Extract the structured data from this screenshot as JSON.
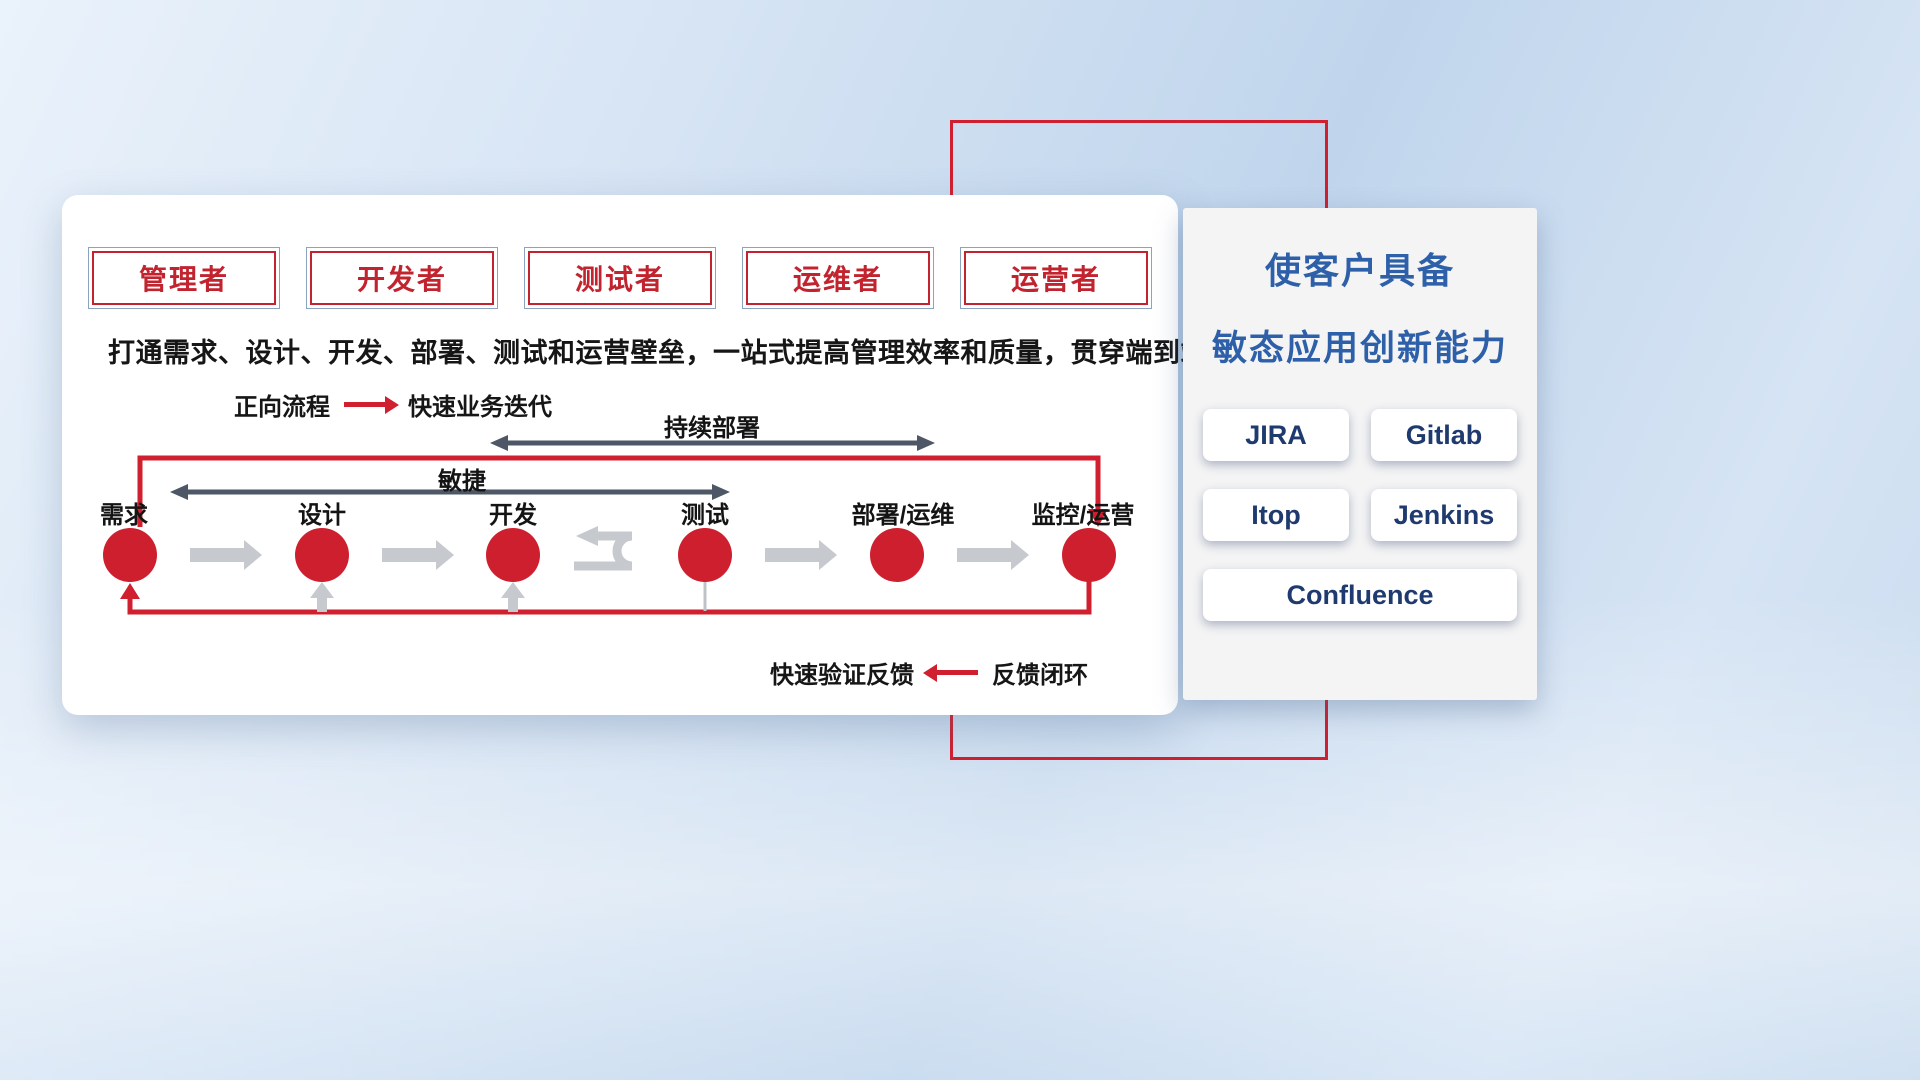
{
  "roles": [
    "管理者",
    "开发者",
    "测试者",
    "运维者",
    "运营者"
  ],
  "description": "打通需求、设计、开发、部署、测试和运营壁垒，一站式提高管理效率和质量，贯穿端到端全流程",
  "forward_legend": {
    "label": "正向流程",
    "value": "快速业务迭代"
  },
  "feedback_legend": {
    "label": "快速验证反馈",
    "value": "反馈闭环"
  },
  "span_labels": {
    "agile": "敏捷",
    "continuous_deploy": "持续部署"
  },
  "stages": [
    "需求",
    "设计",
    "开发",
    "测试",
    "部署/运维",
    "监控/运营"
  ],
  "right_panel": {
    "title_line1": "使客户具备",
    "title_line2": "敏态应用创新能力",
    "tools": [
      "JIRA",
      "Gitlab",
      "Itop",
      "Jenkins",
      "Confluence"
    ]
  },
  "colors": {
    "primary_red": "#d01f2e",
    "title_blue": "#2e5fa9",
    "tool_text": "#1e3a6e",
    "dark_arrow": "#4d5766",
    "gray_arrow": "#c6c9cd",
    "role_text": "#c2242f"
  }
}
